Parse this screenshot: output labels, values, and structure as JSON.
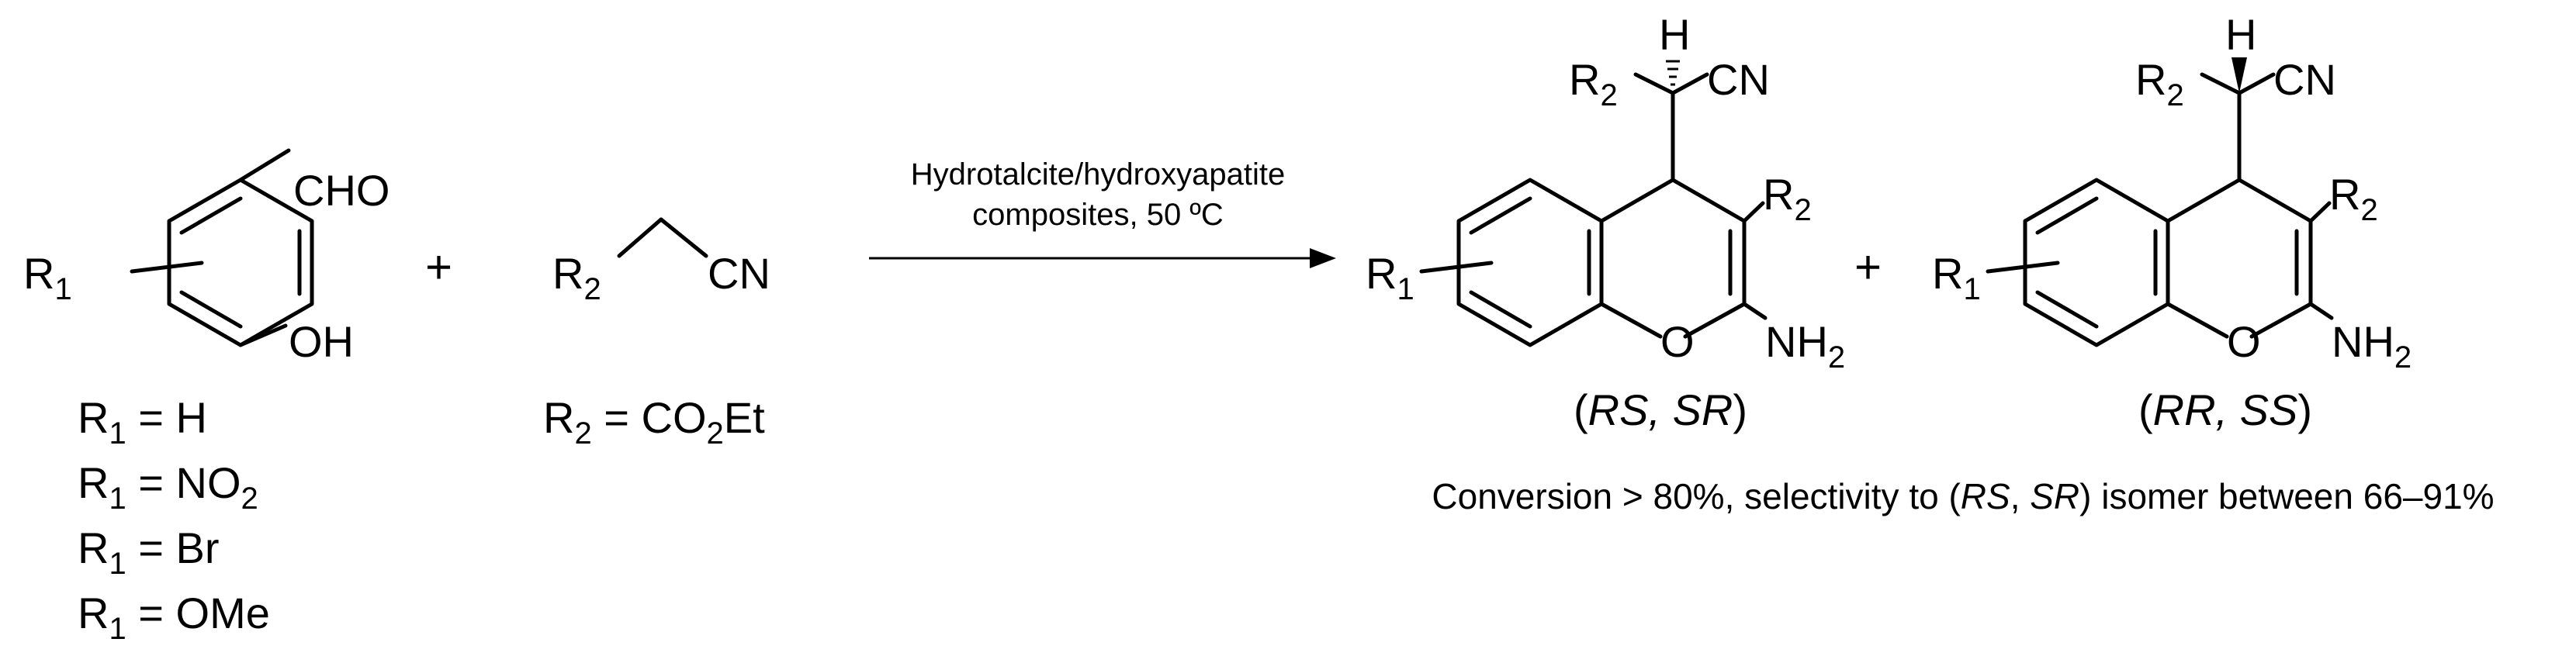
{
  "reactant1": {
    "aldehyde": "CHO",
    "hydroxyl": "OH",
    "r1_symbol": "R",
    "r1_index": "1",
    "substituents": [
      {
        "symbol": "R",
        "index": "1",
        "eq": " = ",
        "value": "H",
        "value_sub": "",
        "value_tail": ""
      },
      {
        "symbol": "R",
        "index": "1",
        "eq": " = ",
        "value": "NO",
        "value_sub": "2",
        "value_tail": ""
      },
      {
        "symbol": "R",
        "index": "1",
        "eq": " = ",
        "value": "Br",
        "value_sub": "",
        "value_tail": ""
      },
      {
        "symbol": "R",
        "index": "1",
        "eq": " = ",
        "value": "OMe",
        "value_sub": "",
        "value_tail": ""
      }
    ]
  },
  "reactant2": {
    "r2_symbol": "R",
    "r2_index": "2",
    "nitrile": "CN",
    "definition": {
      "symbol": "R",
      "index": "2",
      "eq": " = ",
      "value": "CO",
      "value_sub": "2",
      "value_tail": "Et"
    }
  },
  "plus": "+",
  "arrow": {
    "line1": "Hydrotalcite/hydroxyapatite",
    "line2": "composites, 50 ºC"
  },
  "product1": {
    "h": "H",
    "r2_symbol": "R",
    "r2_index": "2",
    "nitrile": "CN",
    "ring_r2_symbol": "R",
    "ring_r2_index": "2",
    "r1_symbol": "R",
    "r1_index": "1",
    "oxygen": "O",
    "amine": "NH",
    "amine_index": "2",
    "stereo": {
      "open": "(",
      "a": "RS",
      "sep": ", ",
      "b": "SR",
      "close": ")"
    }
  },
  "product2": {
    "h": "H",
    "r2_symbol": "R",
    "r2_index": "2",
    "nitrile": "CN",
    "ring_r2_symbol": "R",
    "ring_r2_index": "2",
    "r1_symbol": "R",
    "r1_index": "1",
    "oxygen": "O",
    "amine": "NH",
    "amine_index": "2",
    "stereo": {
      "open": "(",
      "a": "RR",
      "sep": ", ",
      "b": "SS",
      "close": ")"
    }
  },
  "note": {
    "pre": "Conversion > 80%, selectivity to (",
    "a": "RS",
    "sep": ", ",
    "b": "SR",
    "post": ") isomer between 66–91%"
  }
}
